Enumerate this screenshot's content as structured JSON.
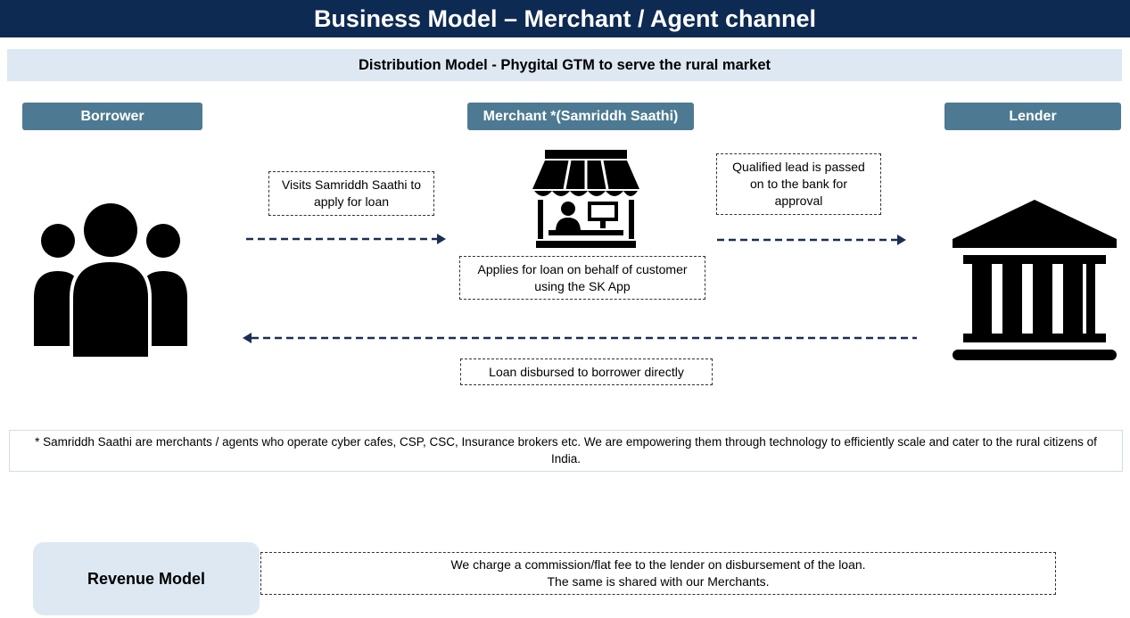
{
  "header": {
    "title": "Business Model – Merchant / Agent channel",
    "subtitle": "Distribution Model - Phygital GTM to serve the rural market"
  },
  "roles": {
    "borrower": "Borrower",
    "merchant": "Merchant *(Samriddh Saathi)",
    "lender": "Lender"
  },
  "flow": {
    "step1": [
      "Visits Samriddh Saathi to",
      "apply for loan"
    ],
    "step2": [
      "Applies for loan on behalf of customer",
      "using the SK App"
    ],
    "step3": [
      "Qualified lead is passed",
      "on to the bank for",
      "approval"
    ],
    "step4": "Loan disbursed to borrower directly"
  },
  "note": "* Samriddh Saathi are merchants / agents who operate cyber cafes, CSP, CSC, Insurance brokers etc. We are empowering them through technology to efficiently scale and cater to the rural citizens of India.",
  "revenue": {
    "label": "Revenue Model",
    "lines": [
      "We charge a commission/flat fee to the lender on disbursement of the loan.",
      "The same is shared with our Merchants."
    ]
  },
  "colors": {
    "title_bg": "#0d2a52",
    "role_bg": "#4d7a92",
    "light_panel": "#dde8f2",
    "arrow": "#1a2f55"
  },
  "icons": [
    "people-group-icon",
    "storefront-icon",
    "bank-icon"
  ]
}
